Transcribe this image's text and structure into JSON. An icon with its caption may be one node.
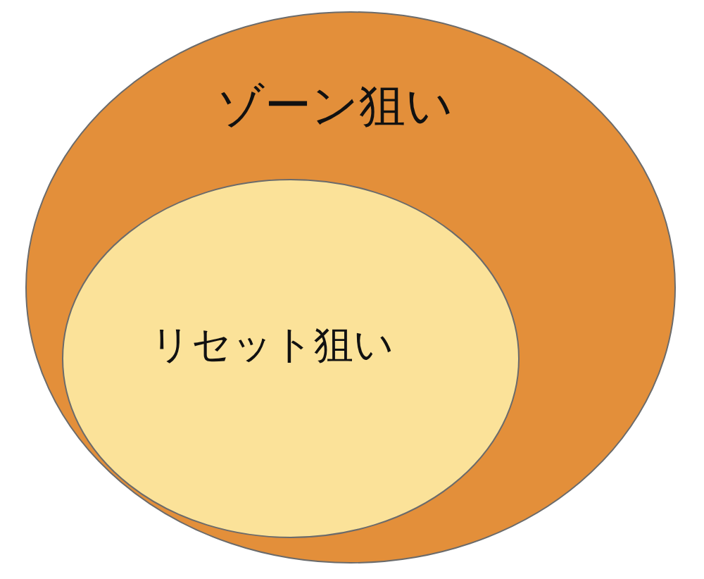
{
  "diagram": {
    "nodes": [
      {
        "text": [
          "ゾーン狙い"
        ]
      },
      {
        "text": [
          "リセット狙い"
        ],
        "in": 0
      }
    ]
  }
}
